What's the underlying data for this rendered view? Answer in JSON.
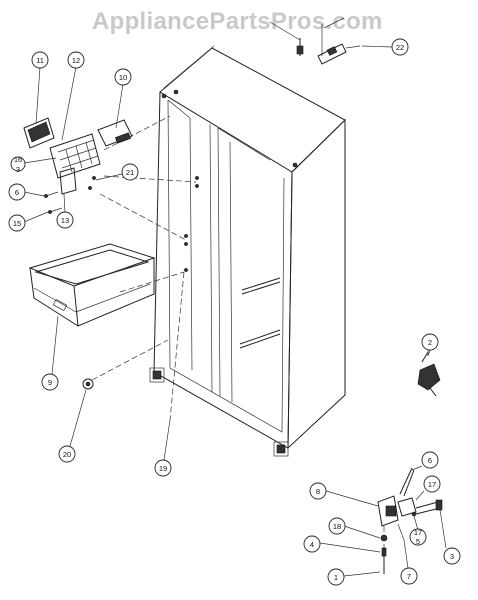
{
  "watermark": "AppliancePartsPros.com",
  "callouts": [
    {
      "id": "c11",
      "label": "11"
    },
    {
      "id": "c12",
      "label": "12"
    },
    {
      "id": "c10",
      "label": "10"
    },
    {
      "id": "c16",
      "label": "16"
    },
    {
      "id": "c3a",
      "label": "3"
    },
    {
      "id": "c6a",
      "label": "6"
    },
    {
      "id": "c15",
      "label": "15"
    },
    {
      "id": "c13",
      "label": "13"
    },
    {
      "id": "c21",
      "label": "21"
    },
    {
      "id": "c9",
      "label": "9"
    },
    {
      "id": "c20",
      "label": "20"
    },
    {
      "id": "c19",
      "label": "19"
    },
    {
      "id": "c22",
      "label": "22"
    },
    {
      "id": "c2",
      "label": "2"
    },
    {
      "id": "c6b",
      "label": "6"
    },
    {
      "id": "c17",
      "label": "17"
    },
    {
      "id": "c8",
      "label": "8"
    },
    {
      "id": "c18",
      "label": "18"
    },
    {
      "id": "c4",
      "label": "4"
    },
    {
      "id": "c1",
      "label": "1"
    },
    {
      "id": "c7",
      "label": "7"
    },
    {
      "id": "c3b",
      "label": "3"
    },
    {
      "id": "c17b",
      "label": "17"
    },
    {
      "id": "c5",
      "label": "5"
    }
  ]
}
